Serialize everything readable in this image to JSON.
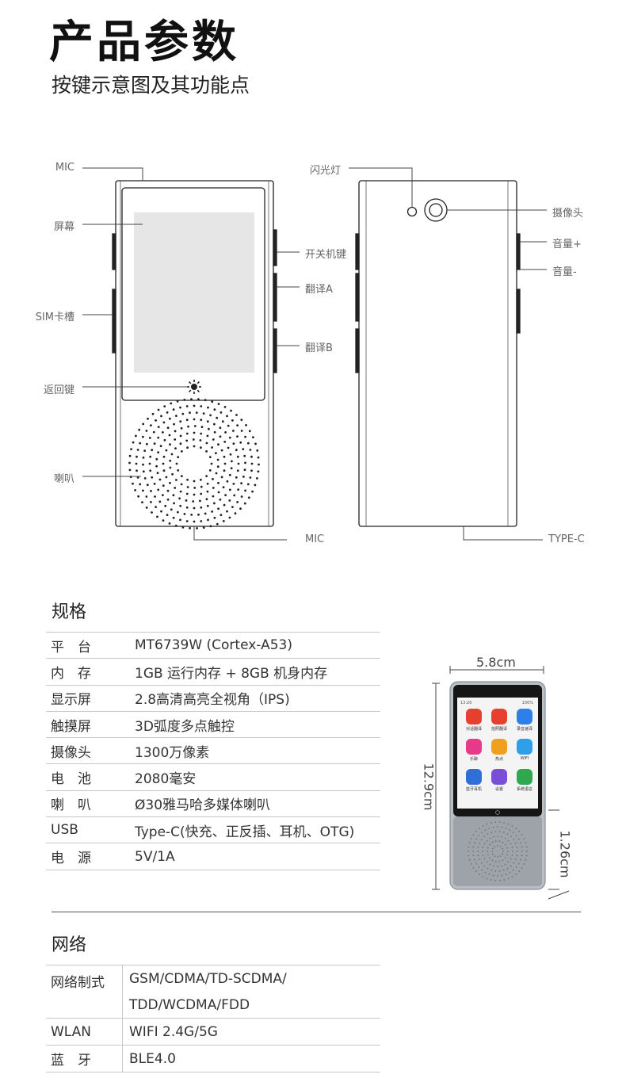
{
  "header": {
    "title": "产品参数",
    "subtitle": "按键示意图及其功能点"
  },
  "diagram": {
    "front_labels": {
      "mic_top": "MIC",
      "screen": "屏幕",
      "sim_slot": "SIM卡槽",
      "back_key": "返回键",
      "speaker": "喇叭",
      "mic_bottom": "MIC"
    },
    "side_labels": {
      "power_key": "开关机键",
      "translate_a": "翻译A",
      "translate_b": "翻译B"
    },
    "back_labels": {
      "flash": "闪光灯",
      "camera": "摄像头",
      "volume_up": "音量+",
      "volume_down": "音量-",
      "type_c": "TYPE-C"
    }
  },
  "specs": {
    "title": "规格",
    "rows": [
      {
        "key": "平　台",
        "value": "MT6739W (Cortex-A53)"
      },
      {
        "key": "内　存",
        "value": "1GB 运行内存 + 8GB 机身内存"
      },
      {
        "key": "显示屏",
        "value": "2.8高清高亮全视角（IPS)"
      },
      {
        "key": "触摸屏",
        "value": "3D弧度多点触控"
      },
      {
        "key": "摄像头",
        "value": "1300万像素"
      },
      {
        "key": "电　池",
        "value": "2080毫安"
      },
      {
        "key": "喇　叭",
        "value": "Ø30雅马哈多媒体喇叭"
      },
      {
        "key": "USB",
        "value": "Type-C(快充、正反插、耳机、OTG)"
      },
      {
        "key": "电　源",
        "value": "5V/1A"
      }
    ]
  },
  "dimensions": {
    "width": "5.8cm",
    "height": "12.9cm",
    "depth": "1.26cm"
  },
  "device_screen": {
    "status_time": "13:20",
    "status_battery": "100%",
    "apps": [
      {
        "label": "对话翻译",
        "color": "#e8402f"
      },
      {
        "label": "拍照翻译",
        "color": "#e8402f"
      },
      {
        "label": "录音速译",
        "color": "#2f7fe8"
      },
      {
        "label": "乐聊",
        "color": "#e83a8a"
      },
      {
        "label": "热点",
        "color": "#f0a020"
      },
      {
        "label": "WIFI",
        "color": "#2f9fe8"
      },
      {
        "label": "蓝牙耳机",
        "color": "#2f6fd8"
      },
      {
        "label": "设置",
        "color": "#7a4fd8"
      },
      {
        "label": "系统语言",
        "color": "#2fa84f"
      }
    ]
  },
  "network": {
    "title": "网络",
    "rows": [
      {
        "key": "网络制式",
        "value_line1": "GSM/CDMA/TD-SCDMA/",
        "value_line2": "TDD/WCDMA/FDD"
      },
      {
        "key": "WLAN",
        "value": "WIFI 2.4G/5G"
      },
      {
        "key": "蓝　牙",
        "value": "BLE4.0"
      }
    ]
  }
}
